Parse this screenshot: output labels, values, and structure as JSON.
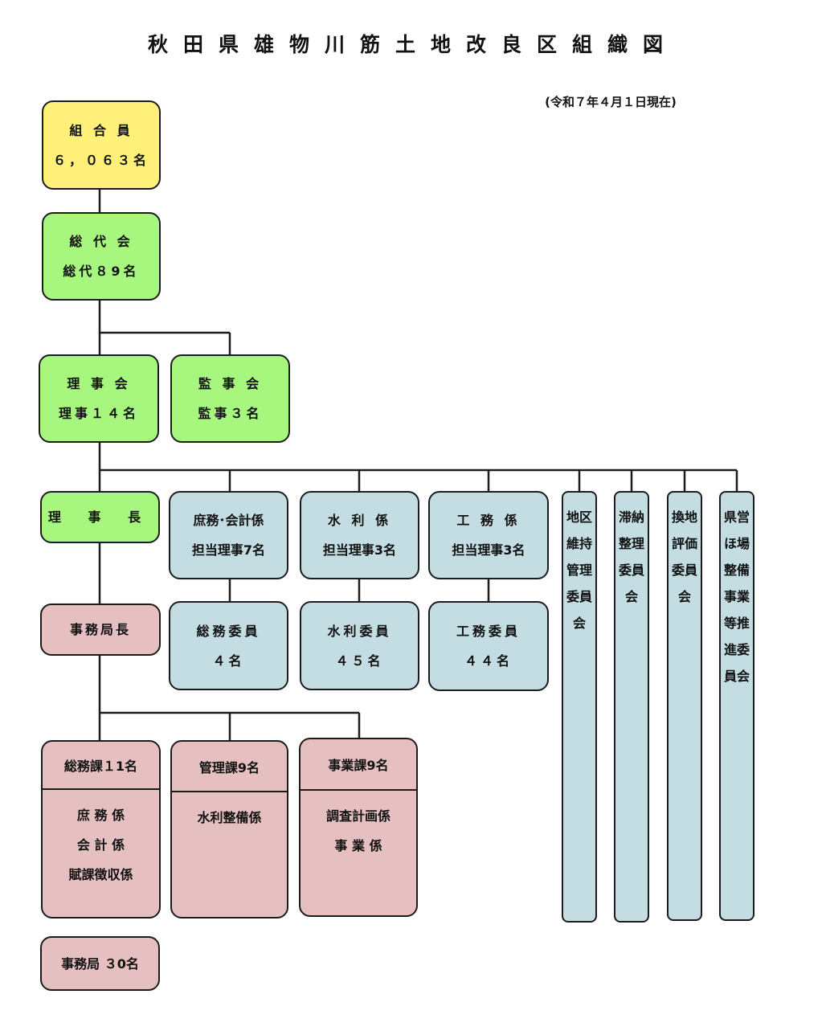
{
  "title": "秋田県雄物川筋土地改良区組織図",
  "date": "(令和７年４月１日現在)",
  "members": {
    "label": "組 合 員",
    "count": "６，０６３名"
  },
  "general_assembly": {
    "label": "総 代 会",
    "count": "総代８9名"
  },
  "board": {
    "label": "理 事 会",
    "count": "理事１４名"
  },
  "auditors": {
    "label": "監 事 会",
    "count": "監事３名"
  },
  "chairman": {
    "label": "理 事 長"
  },
  "secretary_general": {
    "label": "事務局長"
  },
  "office": {
    "label": "事務局 ３0名"
  },
  "directors": [
    {
      "title": "庶務･会計係",
      "sub": "担当理事7名"
    },
    {
      "title": "水 利 係",
      "sub": "担当理事3名"
    },
    {
      "title": "工 務 係",
      "sub": "担当理事3名"
    }
  ],
  "committees": [
    {
      "title": "総務委員",
      "count": "４名"
    },
    {
      "title": "水利委員",
      "count": "４５名"
    },
    {
      "title": "工務委員",
      "count": "４４名"
    }
  ],
  "vertical_committees": [
    "地区維持管理委員会",
    "滞納整理委員会",
    "換地評価委員会",
    "県営ほ場整備事業等推進委員会"
  ],
  "sections": [
    {
      "name": "総務課１1名",
      "items": [
        "庶 務 係",
        "会 計 係",
        "賦課徴収係"
      ]
    },
    {
      "name": "管理課9名",
      "items": [
        "水利整備係"
      ]
    },
    {
      "name": "事業課9名",
      "items": [
        "調査計画係",
        "事 業 係"
      ]
    }
  ]
}
